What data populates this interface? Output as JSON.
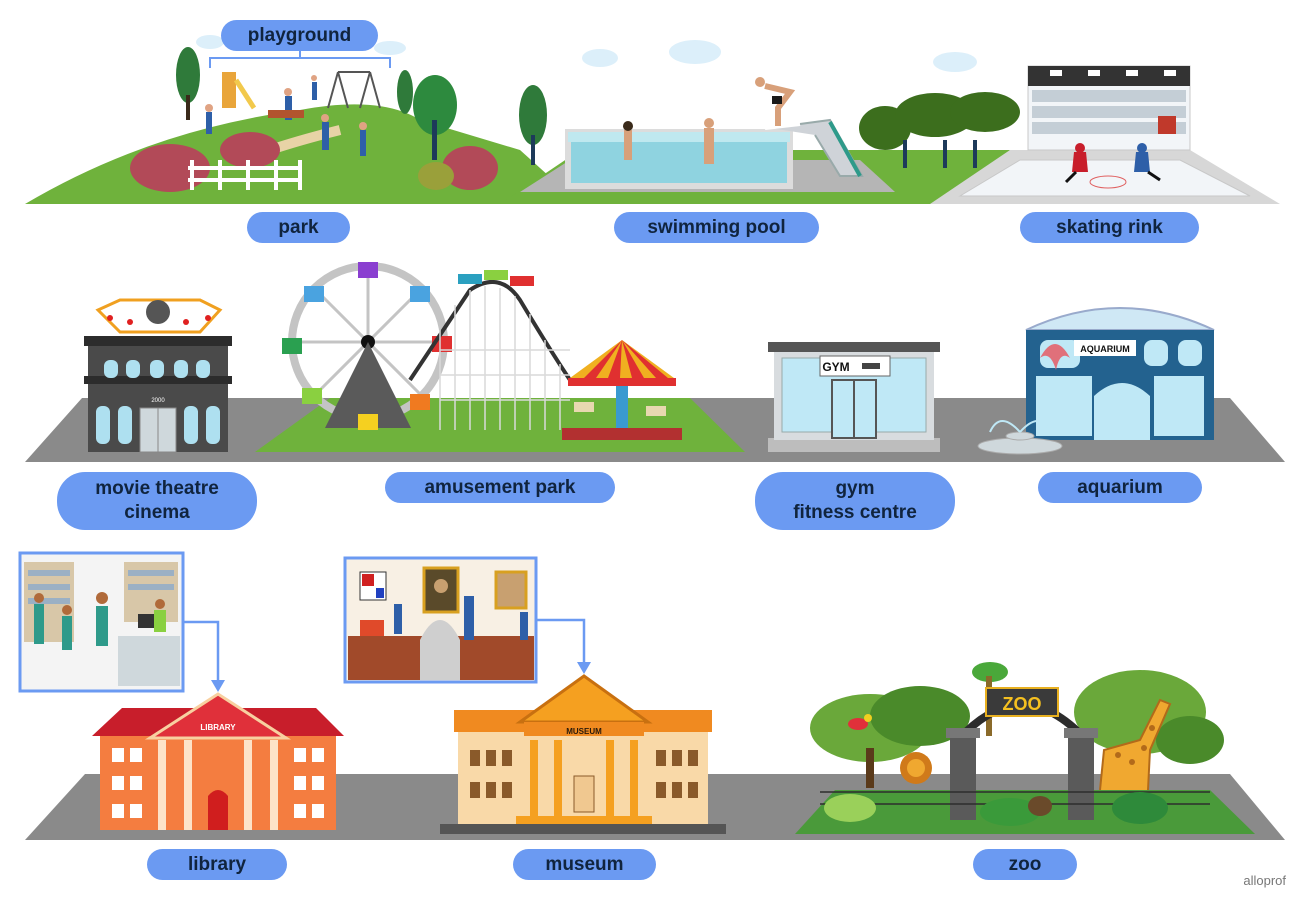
{
  "places": {
    "playground": "playground",
    "park": "park",
    "swimming_pool": "swimming pool",
    "skating_rink": "skating rink",
    "movie_theatre": "movie theatre",
    "cinema": "cinema",
    "amusement_park": "amusement park",
    "gym": "gym",
    "fitness_centre": "fitness centre",
    "aquarium": "aquarium",
    "library": "library",
    "museum": "museum",
    "zoo": "zoo"
  },
  "signs": {
    "cinema_door": "2000",
    "gym": "GYM",
    "aquarium": "AQUARIUM",
    "library": "LIBRARY",
    "museum": "MUSEUM",
    "zoo": "ZOO"
  },
  "brand": "alloprof",
  "colors": {
    "pill": "#6b9af2",
    "grass": "#6fb23c",
    "road": "#8a8a8a",
    "water": "#8fd3e0",
    "library_brick": "#f47d40",
    "museum_wall": "#f9d9a8",
    "arrow": "#6b9af2"
  }
}
